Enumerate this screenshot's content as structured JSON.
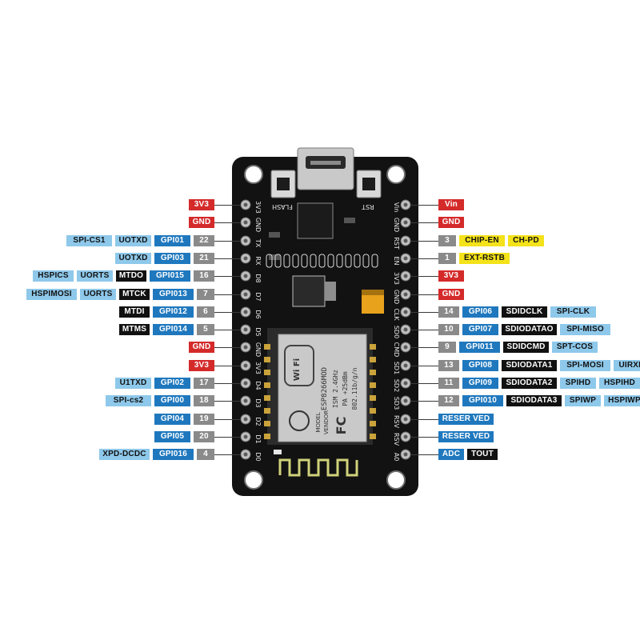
{
  "board": {
    "colors": {
      "red": "#d42a2a",
      "light_blue": "#8ec8ea",
      "dark_blue": "#1f78be",
      "black": "#111111",
      "gray": "#8a8a8a",
      "yellow": "#f4e21a",
      "pcb": "#121212"
    },
    "silkscreen": {
      "flash": "FLASH",
      "rst": "RST",
      "left_pins": [
        "3V3",
        "GND",
        "TX",
        "RX",
        "D8",
        "D7",
        "D6",
        "D5",
        "GND",
        "3V3",
        "D4",
        "D3",
        "D2",
        "D1",
        "D0"
      ],
      "right_pins": [
        "Vin",
        "GND",
        "RST",
        "EN",
        "3V3",
        "GND",
        "CLK",
        "SD0",
        "CMD",
        "SD1",
        "SD2",
        "SD3",
        "RSV",
        "RSV",
        "A0"
      ]
    },
    "module": {
      "wifi": "Wi Fi",
      "model": "ESP8266MOD",
      "spec1": "ISM 2.4GHz",
      "spec2": "PA +25dBm",
      "spec3": "802.11b/g/n",
      "model_label": "MODEL",
      "vendor_label": "VENDOR",
      "fc": "FC"
    }
  },
  "left_rows": [
    {
      "cells": [
        {
          "text": "3V3",
          "color": "red"
        }
      ]
    },
    {
      "cells": [
        {
          "text": "GND",
          "color": "red"
        }
      ]
    },
    {
      "cells": [
        {
          "text": "SPI-CS1",
          "color": "light_blue"
        },
        {
          "text": "UOTXD",
          "color": "light_blue"
        },
        {
          "text": "GPI01",
          "color": "dark_blue"
        },
        {
          "text": "22",
          "color": "gray"
        }
      ]
    },
    {
      "cells": [
        {
          "text": "UOTXD",
          "color": "light_blue"
        },
        {
          "text": "GPI03",
          "color": "dark_blue"
        },
        {
          "text": "21",
          "color": "gray"
        }
      ]
    },
    {
      "cells": [
        {
          "text": "HSPICS",
          "color": "light_blue"
        },
        {
          "text": "UORTS",
          "color": "light_blue"
        },
        {
          "text": "MTDO",
          "color": "black"
        },
        {
          "text": "GPI015",
          "color": "dark_blue"
        },
        {
          "text": "16",
          "color": "gray"
        }
      ]
    },
    {
      "cells": [
        {
          "text": "HSPIMOSI",
          "color": "light_blue"
        },
        {
          "text": "UORTS",
          "color": "light_blue"
        },
        {
          "text": "MTCK",
          "color": "black"
        },
        {
          "text": "GPI013",
          "color": "dark_blue"
        },
        {
          "text": "7",
          "color": "gray"
        }
      ]
    },
    {
      "cells": [
        {
          "text": "MTDI",
          "color": "black"
        },
        {
          "text": "GPI012",
          "color": "dark_blue"
        },
        {
          "text": "6",
          "color": "gray"
        }
      ]
    },
    {
      "cells": [
        {
          "text": "MTMS",
          "color": "black"
        },
        {
          "text": "GPI014",
          "color": "dark_blue"
        },
        {
          "text": "5",
          "color": "gray"
        }
      ]
    },
    {
      "cells": [
        {
          "text": "GND",
          "color": "red"
        }
      ]
    },
    {
      "cells": [
        {
          "text": "3V3",
          "color": "red"
        }
      ]
    },
    {
      "cells": [
        {
          "text": "U1TXD",
          "color": "light_blue"
        },
        {
          "text": "GPI02",
          "color": "dark_blue"
        },
        {
          "text": "17",
          "color": "gray"
        }
      ]
    },
    {
      "cells": [
        {
          "text": "SPI-cs2",
          "color": "light_blue"
        },
        {
          "text": "GPI00",
          "color": "dark_blue"
        },
        {
          "text": "18",
          "color": "gray"
        }
      ]
    },
    {
      "cells": [
        {
          "text": "GPI04",
          "color": "dark_blue"
        },
        {
          "text": "19",
          "color": "gray"
        }
      ]
    },
    {
      "cells": [
        {
          "text": "GPI05",
          "color": "dark_blue"
        },
        {
          "text": "20",
          "color": "gray"
        }
      ]
    },
    {
      "cells": [
        {
          "text": "XPD-DCDC",
          "color": "light_blue"
        },
        {
          "text": "GPI016",
          "color": "dark_blue"
        },
        {
          "text": "4",
          "color": "gray"
        }
      ]
    }
  ],
  "right_rows": [
    {
      "cells": [
        {
          "text": "Vin",
          "color": "red"
        }
      ]
    },
    {
      "cells": [
        {
          "text": "GND",
          "color": "red"
        }
      ]
    },
    {
      "cells": [
        {
          "text": "3",
          "color": "gray"
        },
        {
          "text": "CHIP-EN",
          "color": "yellow"
        },
        {
          "text": "CH-PD",
          "color": "yellow"
        }
      ]
    },
    {
      "cells": [
        {
          "text": "1",
          "color": "gray"
        },
        {
          "text": "EXT-RSTB",
          "color": "yellow"
        }
      ]
    },
    {
      "cells": [
        {
          "text": "3V3",
          "color": "red"
        }
      ]
    },
    {
      "cells": [
        {
          "text": "GND",
          "color": "red"
        }
      ]
    },
    {
      "cells": [
        {
          "text": "14",
          "color": "gray"
        },
        {
          "text": "GPI06",
          "color": "dark_blue"
        },
        {
          "text": "SDIDCLK",
          "color": "black"
        },
        {
          "text": "SPI-CLK",
          "color": "light_blue"
        }
      ]
    },
    {
      "cells": [
        {
          "text": "10",
          "color": "gray"
        },
        {
          "text": "GPI07",
          "color": "dark_blue"
        },
        {
          "text": "SDIODATAO",
          "color": "black"
        },
        {
          "text": "SPI-MISO",
          "color": "light_blue"
        }
      ]
    },
    {
      "cells": [
        {
          "text": "9",
          "color": "gray"
        },
        {
          "text": "GPI011",
          "color": "dark_blue"
        },
        {
          "text": "SDIDCMD",
          "color": "black"
        },
        {
          "text": "SPT-COS",
          "color": "light_blue"
        }
      ]
    },
    {
      "cells": [
        {
          "text": "13",
          "color": "gray"
        },
        {
          "text": "GPI08",
          "color": "dark_blue"
        },
        {
          "text": "SDIODATA1",
          "color": "black"
        },
        {
          "text": "SPI-MOSI",
          "color": "light_blue"
        },
        {
          "text": "UIRXD",
          "color": "light_blue"
        }
      ]
    },
    {
      "cells": [
        {
          "text": "11",
          "color": "gray"
        },
        {
          "text": "GPI09",
          "color": "dark_blue"
        },
        {
          "text": "SDIODATA2",
          "color": "black"
        },
        {
          "text": "SPIHD",
          "color": "light_blue"
        },
        {
          "text": "HSPIHD",
          "color": "light_blue"
        }
      ]
    },
    {
      "cells": [
        {
          "text": "12",
          "color": "gray"
        },
        {
          "text": "GPI010",
          "color": "dark_blue"
        },
        {
          "text": "SDIODATA3",
          "color": "black"
        },
        {
          "text": "SPIWP",
          "color": "light_blue"
        },
        {
          "text": "HSPIWP",
          "color": "light_blue"
        }
      ]
    },
    {
      "cells": [
        {
          "text": "RESER VED",
          "color": "dark_blue"
        }
      ]
    },
    {
      "cells": [
        {
          "text": "RESER VED",
          "color": "dark_blue"
        }
      ]
    },
    {
      "cells": [
        {
          "text": "ADC",
          "color": "dark_blue"
        },
        {
          "text": "TOUT",
          "color": "black"
        }
      ]
    }
  ]
}
